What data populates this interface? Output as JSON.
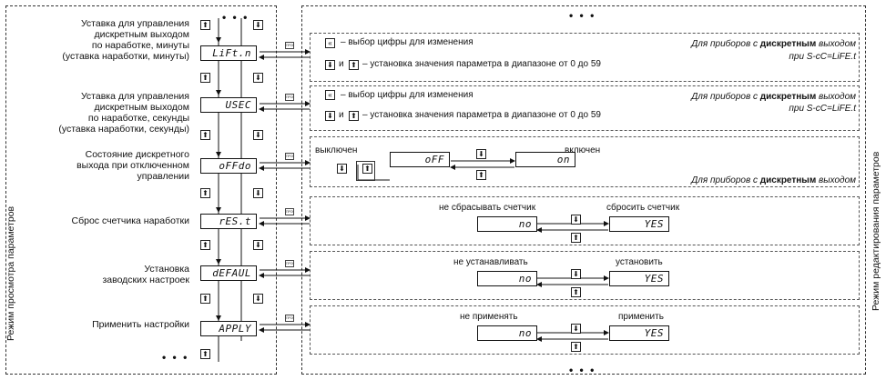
{
  "left_mode_label": "Режим просмотра параметров",
  "right_mode_label": "Режим редактирования параметров",
  "ellipsis": "• • •",
  "top_ellipsis": "• • •",
  "bottom_ellipsis": "• • •",
  "prog_label": "ПРОГ",
  "params": [
    {
      "desc": "Уставка для управления\nдискретным выходом\nпо наработке, минуты\n(уставка наработки, минуты)",
      "display": "LiFt.n"
    },
    {
      "desc": "Уставка для управления\nдискретным выходом\nпо наработке, секунды\n(уставка наработки, секунды)",
      "display": "USEC"
    },
    {
      "desc": "Состояние дискретного\nвыхода при отключенном\nуправлении",
      "display": "oFFdo"
    },
    {
      "desc": "Сброс счетчика наработки",
      "display": "rES.t"
    },
    {
      "desc": "Установка\nзаводских настроек",
      "display": "dEFAUL"
    },
    {
      "desc": "Применить настройки",
      "display": "APPLY"
    }
  ],
  "panel1": {
    "line1": "– выбор цифры для изменения",
    "line2_and": "и",
    "line2": "– установка значения параметра в диапазоне от 0 до 59",
    "note1_pre": "Для приборов с ",
    "note1_bold": "дискретным",
    "note1_post": " выходом",
    "note2": "при S-cC=LiFE.t"
  },
  "panel2": {
    "line1": "– выбор цифры для изменения",
    "line2_and": "и",
    "line2": "– установка значения параметра в диапазоне от 0 до 59",
    "note1_pre": "Для приборов с ",
    "note1_bold": "дискретным",
    "note1_post": " выходом",
    "note2": "при S-cC=LiFE.t"
  },
  "panel3": {
    "off_label": "выключен",
    "on_label": "включен",
    "off_display": "oFF",
    "on_display": "on",
    "note_pre": "Для приборов с ",
    "note_bold": "дискретным",
    "note_post": " выходом"
  },
  "panel4": {
    "left_label": "не сбрасывать счетчик",
    "right_label": "сбросить счетчик",
    "left_display": "no",
    "right_display": "YES"
  },
  "panel5": {
    "left_label": "не устанавливать",
    "right_label": "установить",
    "left_display": "no",
    "right_display": "YES"
  },
  "panel6": {
    "left_label": "не применять",
    "right_label": "применить",
    "left_display": "no",
    "right_display": "YES"
  }
}
